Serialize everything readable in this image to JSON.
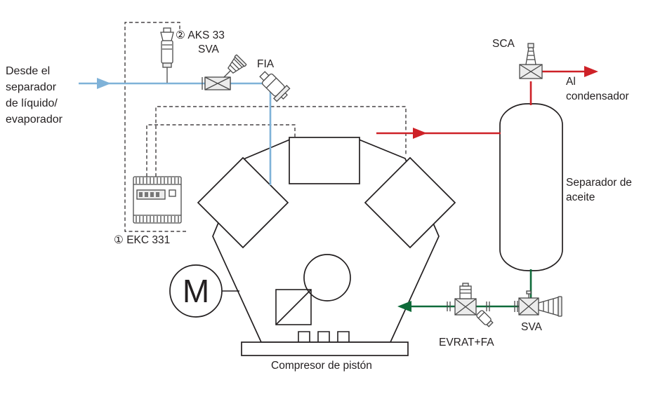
{
  "diagram": {
    "source": {
      "line1": "Desde el",
      "line2": "separador",
      "line3": "de líquido/",
      "line4": "evaporador"
    },
    "labels": {
      "aks33_index": "②",
      "aks33": "AKS 33",
      "sva_top": "SVA",
      "fia": "FIA",
      "ekc331_index": "①",
      "ekc331": "EKC 331",
      "sca": "SCA",
      "to_condenser_line1": "Al",
      "to_condenser_line2": "condensador",
      "oil_separator_line1": "Separador de",
      "oil_separator_line2": "aceite",
      "sva_bottom": "SVA",
      "evrat_fa": "EVRAT+FA",
      "compressor": "Compresor de pistón",
      "motor": "M"
    },
    "colors": {
      "suction_line": "#7fb2d8",
      "discharge_line": "#ce2127",
      "oil_return_line": "#0f6b3a",
      "outline": "#231f20",
      "component": "#4a4a4a"
    }
  }
}
